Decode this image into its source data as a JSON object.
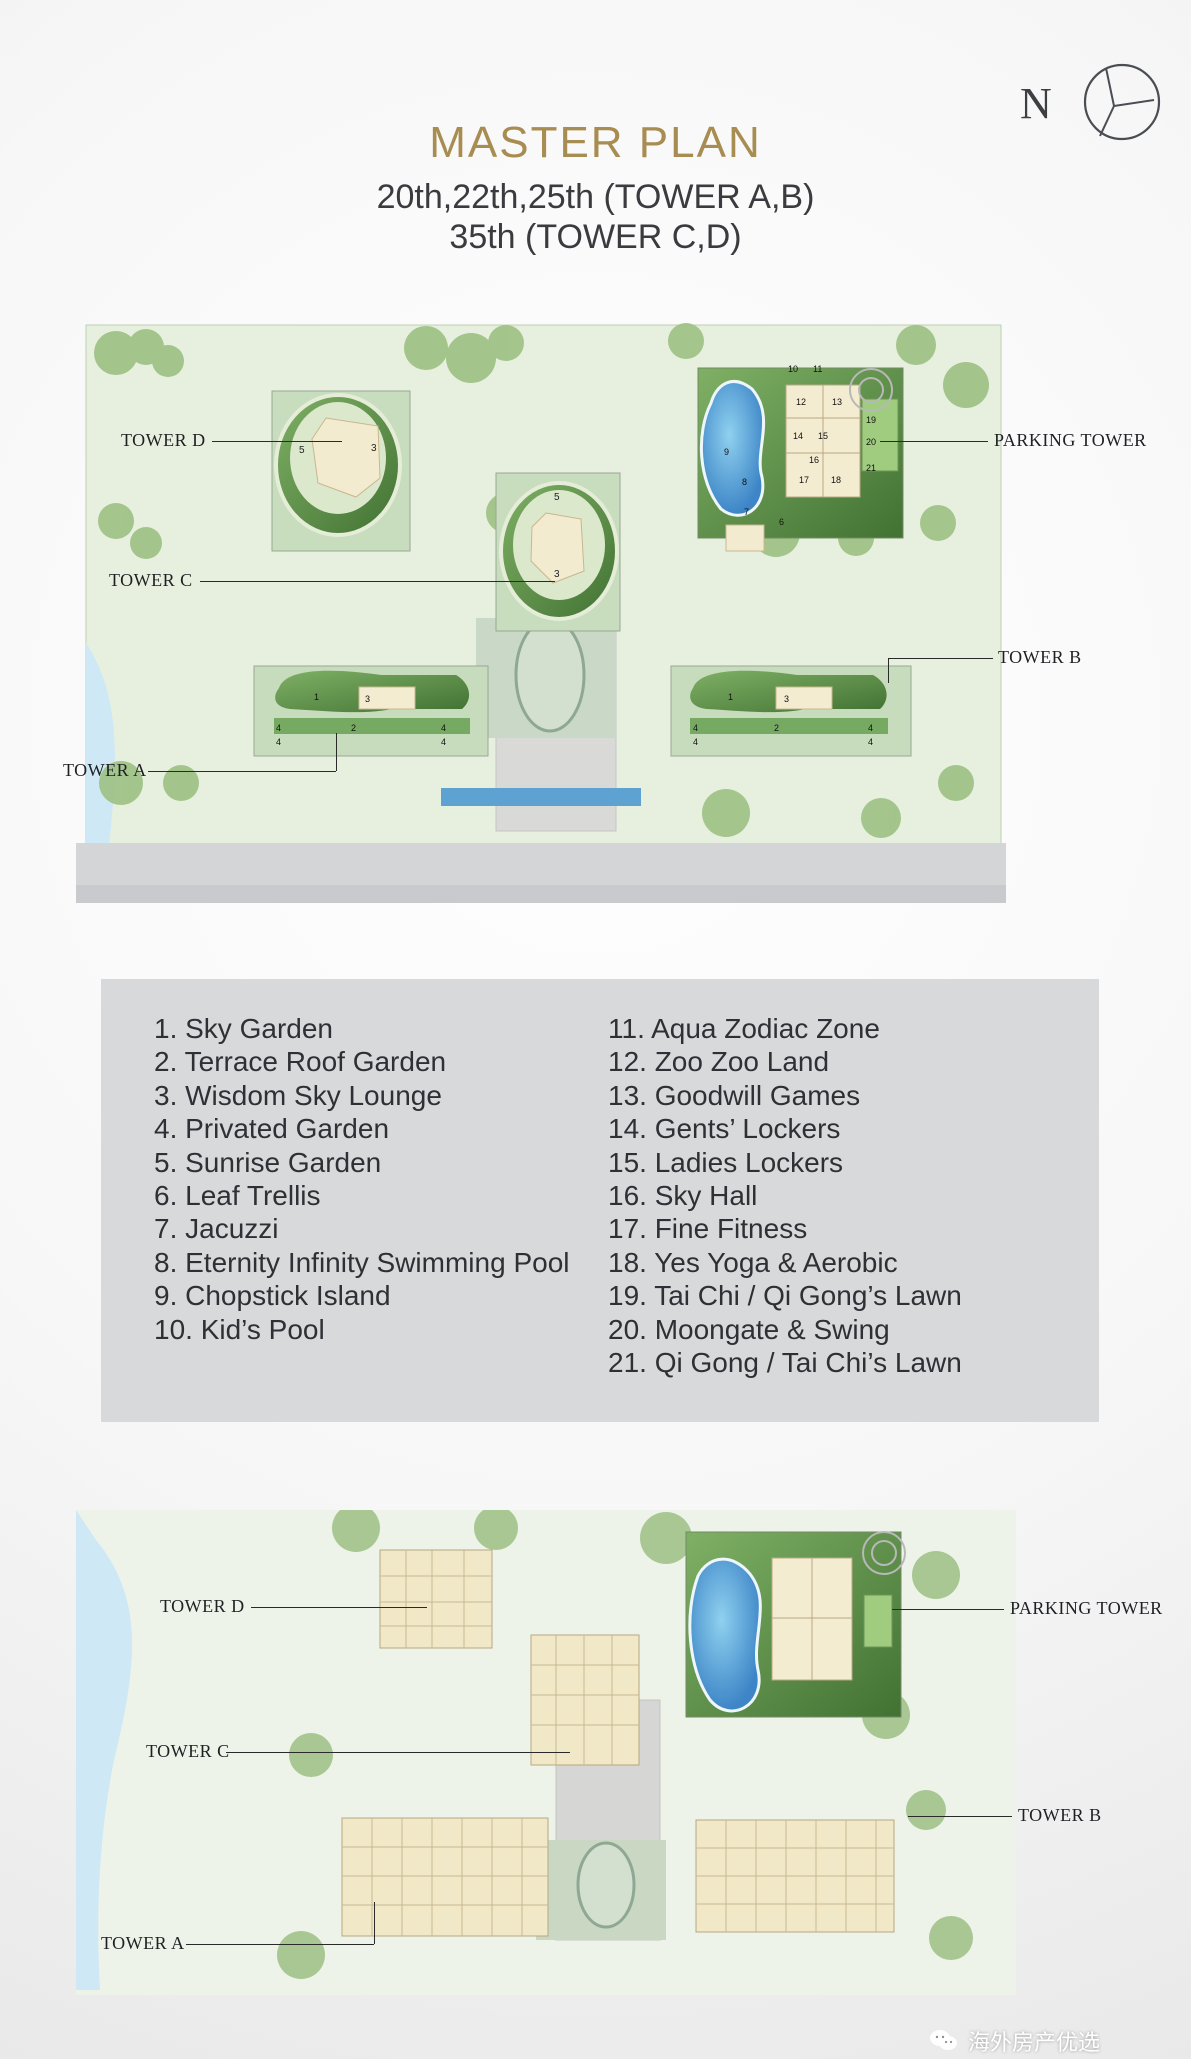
{
  "header": {
    "north_letter": "N",
    "title": "MASTER PLAN",
    "subtitle_line1": "20th,22th,25th (TOWER A,B)",
    "subtitle_line2": "35th (TOWER C,D)"
  },
  "top_plan": {
    "labels": {
      "tower_d": "TOWER D",
      "tower_c": "TOWER C",
      "tower_a": "TOWER A",
      "tower_b": "TOWER B",
      "parking_tower": "PARKING TOWER"
    },
    "numbers": [
      "1",
      "2",
      "3",
      "4",
      "5",
      "6",
      "7",
      "8",
      "9",
      "10",
      "11",
      "12",
      "13",
      "14",
      "15",
      "16",
      "17",
      "18",
      "19",
      "20",
      "21"
    ]
  },
  "legend": {
    "left_items": [
      "1. Sky Garden",
      "2. Terrace Roof Garden",
      "3. Wisdom Sky Lounge",
      "4. Privated Garden",
      "5. Sunrise Garden",
      "6. Leaf Trellis",
      "7. Jacuzzi",
      "8. Eternity Infinity Swimming Pool",
      "9. Chopstick Island",
      "10. Kid’s Pool"
    ],
    "right_items": [
      "11. Aqua Zodiac Zone",
      "12. Zoo Zoo Land",
      "13. Goodwill Games",
      "14. Gents’ Lockers",
      "15. Ladies Lockers",
      "16. Sky Hall",
      "17. Fine Fitness",
      "18. Yes Yoga & Aerobic",
      "19. Tai Chi / Qi Gong’s Lawn",
      "20. Moongate & Swing",
      "21. Qi Gong / Tai Chi’s Lawn"
    ]
  },
  "bottom_plan": {
    "labels": {
      "tower_d": "TOWER D",
      "tower_c": "TOWER C",
      "tower_a": "TOWER A",
      "tower_b": "TOWER B",
      "parking_tower": "PARKING TOWER"
    }
  },
  "watermark": {
    "text": "海外房产优选"
  },
  "colors": {
    "title_gold": "#a88d52",
    "legend_bg": "#d8d9db",
    "green_dark": "#4f7f3c",
    "green_light": "#b9d3a0",
    "pool_blue": "#5e9ed0",
    "building_beige": "#f1e8c8"
  }
}
